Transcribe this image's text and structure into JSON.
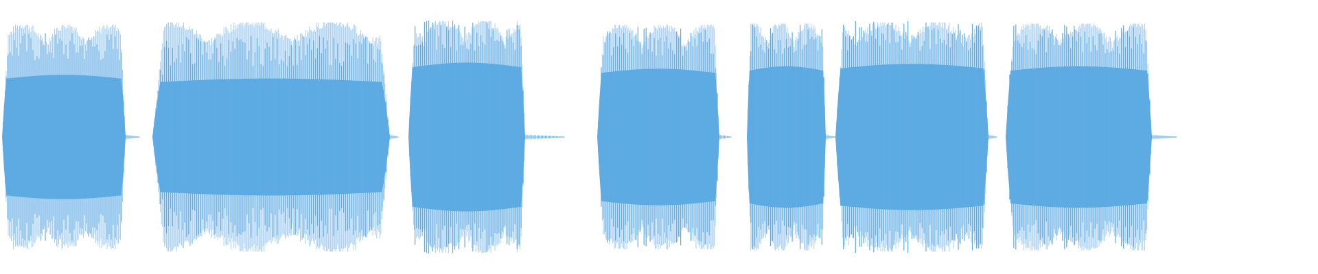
{
  "waveform": {
    "duration_units": 1920,
    "colors": {
      "envelope": "#a9d0f1",
      "core": "#5dabe2",
      "fill": "#5dabe2",
      "background": "#ffffff"
    },
    "segments": [
      {
        "start": 3,
        "end": 183,
        "peak": 0.92,
        "core": 0.43,
        "cycles": 60
      },
      {
        "start": 222,
        "end": 568,
        "peak": 0.94,
        "core": 0.4,
        "cycles": 118
      },
      {
        "start": 595,
        "end": 765,
        "peak": 0.95,
        "core": 0.53,
        "cycles": 58
      },
      {
        "start": 870,
        "end": 1048,
        "peak": 0.92,
        "core": 0.48,
        "cycles": 60
      },
      {
        "start": 1088,
        "end": 1203,
        "peak": 0.93,
        "core": 0.5,
        "cycles": 40
      },
      {
        "start": 1217,
        "end": 1440,
        "peak": 0.94,
        "core": 0.52,
        "cycles": 76
      },
      {
        "start": 1465,
        "end": 1678,
        "peak": 0.93,
        "core": 0.5,
        "cycles": 72
      }
    ],
    "tails": [
      {
        "start": 183,
        "end": 203
      },
      {
        "start": 568,
        "end": 580
      },
      {
        "start": 765,
        "end": 822
      },
      {
        "start": 1048,
        "end": 1065
      },
      {
        "start": 1203,
        "end": 1217
      },
      {
        "start": 1440,
        "end": 1452
      },
      {
        "start": 1678,
        "end": 1714
      }
    ]
  }
}
